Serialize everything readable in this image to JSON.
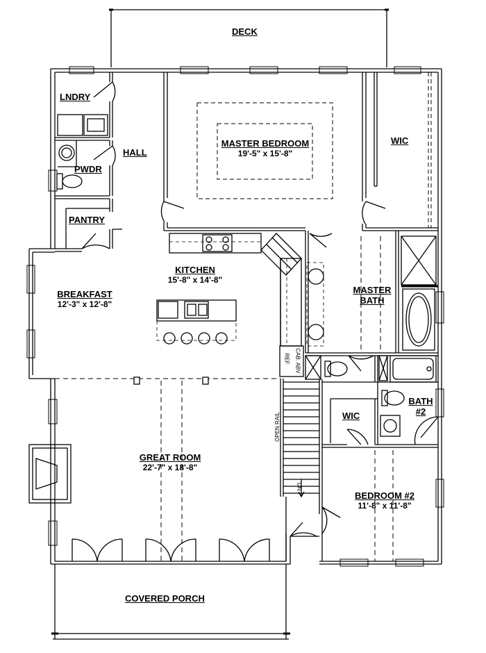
{
  "rooms": {
    "deck": "DECK",
    "laundry": "LNDRY",
    "hall": "HALL",
    "powder": "PWDR",
    "pantry": "PANTRY",
    "master_bedroom": {
      "name": "MASTER BEDROOM",
      "size": "19'-5\" x 15'-8\""
    },
    "wic_master": "WIC",
    "kitchen": {
      "name": "KITCHEN",
      "size": "15'-8\" x 14'-8\""
    },
    "breakfast": {
      "name": "BREAKFAST",
      "size": "12'-3\" x 12'-8\""
    },
    "master_bath": {
      "line1": "MASTER",
      "line2": "BATH"
    },
    "great_room": {
      "name": "GREAT ROOM",
      "size": "22'-7\" x 18'-8\""
    },
    "wic_bedroom2": "WIC",
    "bath2": {
      "line1": "BATH",
      "line2": "#2"
    },
    "bedroom2": {
      "name": "BEDROOM #2",
      "size": "11'-8\" x 11'-8\""
    },
    "covered_porch": "COVERED PORCH"
  },
  "annotations": {
    "open_rail": "OPEN RAIL",
    "refrigerator": "REF",
    "cabinet": "CAB. ABV",
    "stair_dn": "DN"
  }
}
